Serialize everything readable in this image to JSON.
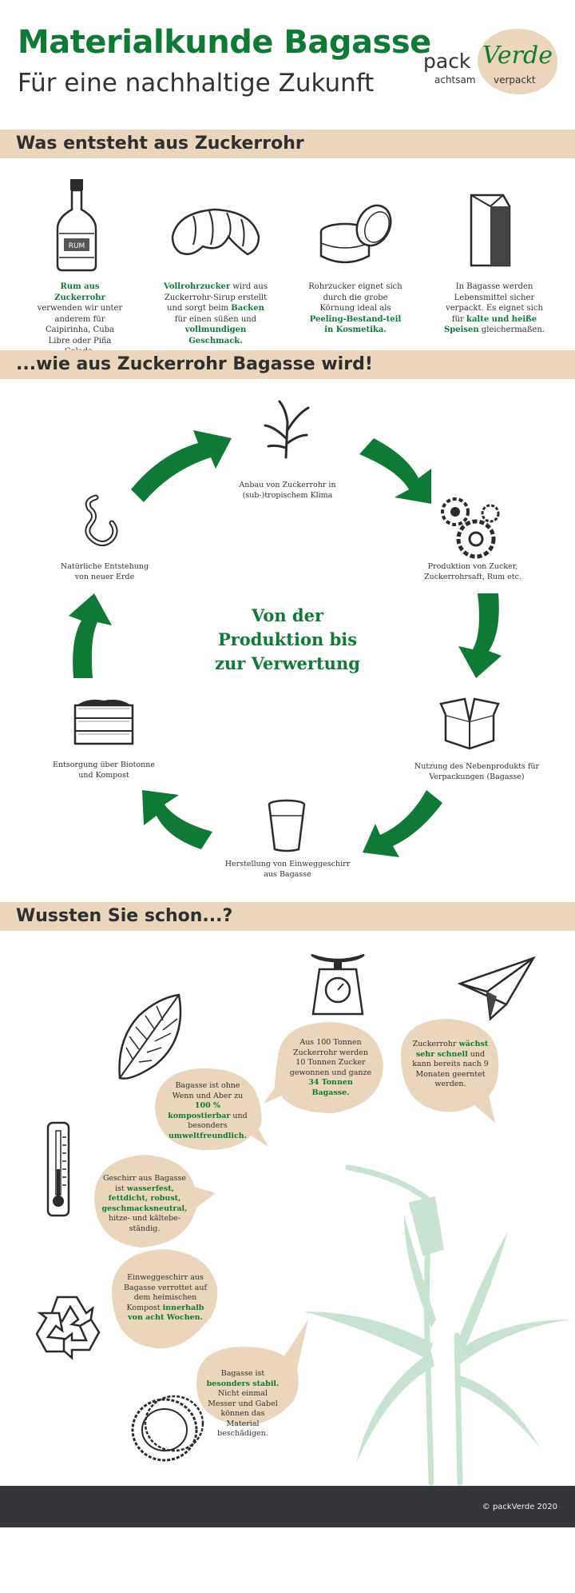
{
  "header": {
    "title": "Materialkunde Bagasse",
    "subtitle": "Für eine nachhaltige Zukunft"
  },
  "logo": {
    "pack": "pack",
    "verde": "Verde",
    "achtsam": "achtsam",
    "verpackt": "verpackt"
  },
  "sections": {
    "s1": "Was entsteht aus Zuckerrohr",
    "s2": "...wie aus Zuckerrohr Bagasse wird!",
    "s3": "Wussten Sie schon...?"
  },
  "products": [
    {
      "icon": "rum-bottle-icon",
      "strong": "Rum aus Zuckerrohr",
      "text": " verwenden wir unter anderem für Caipirinha, Cuba Libre oder Piña Colada."
    },
    {
      "icon": "croissant-icon",
      "strong": "Vollrohrzucker",
      "text1": " wird aus Zuckerrohr-Sirup erstellt und sorgt beim ",
      "strong2": "Backen",
      "text2": " für einen süßen und ",
      "strong3": "vollmundigen Geschmack."
    },
    {
      "icon": "cosmetic-jar-icon",
      "text1": "Rohrzucker eignet sich durch die grobe Körnung ideal als ",
      "strong": "Peeling-Bestand-teil in Kosmetika."
    },
    {
      "icon": "paper-bag-icon",
      "text1": "In Bagasse werden Lebensmittel sicher verpackt. Es eignet sich für ",
      "strong": "kalte und heiße Speisen",
      "text2": " gleichermaßen."
    }
  ],
  "cycle": {
    "center": [
      "Von der",
      "Produktion bis",
      "zur Verwertung"
    ],
    "steps": [
      {
        "icon": "sugarcane-sprout-icon",
        "label": "Anbau von Zuckerrohr in (sub-)tropischem Klima"
      },
      {
        "icon": "gears-icon",
        "label": "Produktion von Zucker, Zuckerrohrsaft, Rum etc."
      },
      {
        "icon": "open-box-icon",
        "label": "Nutzung des Nebenprodukts für Verpackungen (Bagasse)"
      },
      {
        "icon": "cup-icon",
        "label": "Herstellung von Einweggeschirr aus Bagasse"
      },
      {
        "icon": "compost-crate-icon",
        "label": "Entsorgung über Biotonne und Kompost"
      },
      {
        "icon": "worm-icon",
        "label": "Natürliche Entstehung von neuer Erde"
      }
    ]
  },
  "facts": [
    {
      "icon": "leaf-icon",
      "t1": "Bagasse ist ohne Wenn und Aber zu ",
      "s1": "100 % kompostierbar",
      "t2": " und besonders ",
      "s2": "umweltfreundlich."
    },
    {
      "icon": "scale-icon",
      "t1": "Aus 100 Tonnen Zuckerrohr werden 10 Tonnen Zucker gewonnen und ganze ",
      "s1": "34 Tonnen Bagasse."
    },
    {
      "icon": "paper-plane-icon",
      "t1": "Zuckerrohr ",
      "s1": "wächst sehr schnell",
      "t2": " und kann bereits nach 9 Monaten geerntet werden."
    },
    {
      "icon": "thermometer-icon",
      "t1": "Geschirr aus Bagasse ist ",
      "s1": "wasserfest, fettdicht, robust, geschmacksneutral,",
      "t2": " hitze- und kältebe-ständig."
    },
    {
      "icon": "recycle-icon",
      "t1": "Einweggeschirr aus Bagasse verrottet auf dem heimischen Kompost ",
      "s1": "innerhalb von acht Wochen."
    },
    {
      "icon": "plate-icon",
      "t1": "Bagasse ist ",
      "s1": "besonders stabil.",
      "t2": " Nicht einmal Messer und Gabel können das Material beschädigen."
    }
  ],
  "footer": {
    "copyright": "© packVerde 2020"
  },
  "colors": {
    "green": "#0f7a35",
    "beige": "#e9d6bd",
    "footer": "#343538",
    "plant": "#c9e3d2"
  }
}
